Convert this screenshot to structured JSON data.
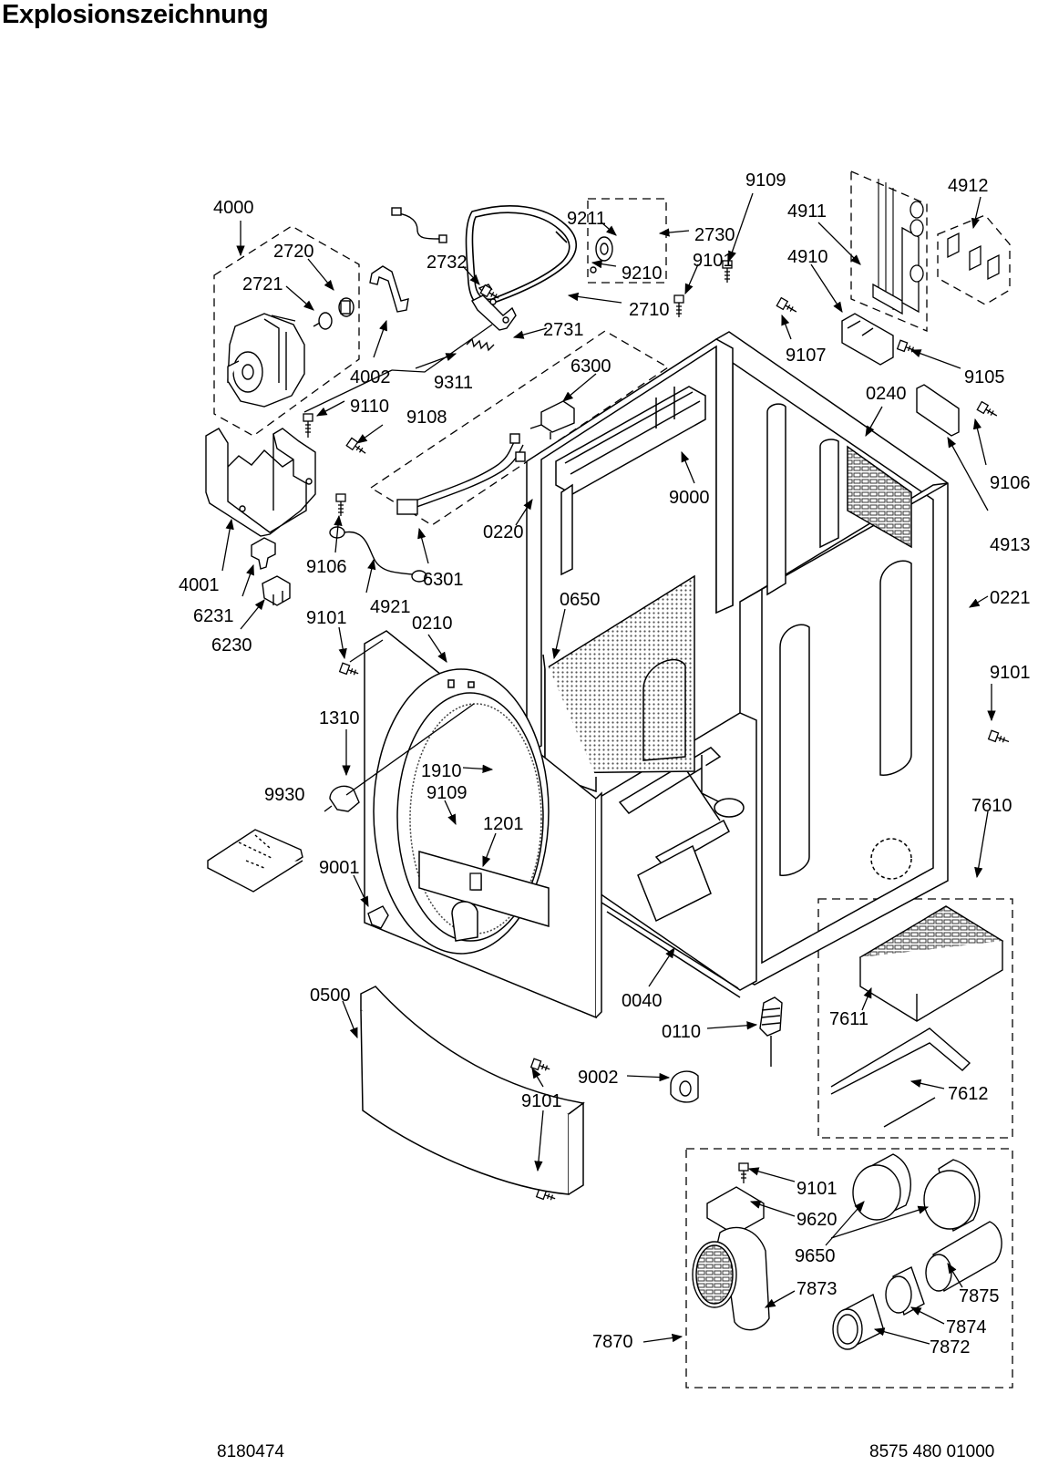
{
  "header": {
    "title": "Explosionszeichnung"
  },
  "footer": {
    "left_code": "8180474",
    "right_code": "8575 480 01000"
  },
  "callouts": [
    {
      "id": "c4000",
      "label": "4000"
    },
    {
      "id": "c2720",
      "label": "2720"
    },
    {
      "id": "c2721",
      "label": "2721"
    },
    {
      "id": "c4002",
      "label": "4002"
    },
    {
      "id": "c2732",
      "label": "2732"
    },
    {
      "id": "c9211",
      "label": "9211"
    },
    {
      "id": "c2730",
      "label": "2730"
    },
    {
      "id": "c9210",
      "label": "9210"
    },
    {
      "id": "c2710",
      "label": "2710"
    },
    {
      "id": "c2731",
      "label": "2731"
    },
    {
      "id": "c9311",
      "label": "9311"
    },
    {
      "id": "c9109a",
      "label": "9109"
    },
    {
      "id": "c4911",
      "label": "4911"
    },
    {
      "id": "c4912",
      "label": "4912"
    },
    {
      "id": "c4910",
      "label": "4910"
    },
    {
      "id": "c9101a",
      "label": "9101"
    },
    {
      "id": "c9107",
      "label": "9107"
    },
    {
      "id": "c9105",
      "label": "9105"
    },
    {
      "id": "c0240",
      "label": "0240"
    },
    {
      "id": "c9106a",
      "label": "9106"
    },
    {
      "id": "c4913",
      "label": "4913"
    },
    {
      "id": "c9110",
      "label": "9110"
    },
    {
      "id": "c9108",
      "label": "9108"
    },
    {
      "id": "c6300",
      "label": "6300"
    },
    {
      "id": "c9000",
      "label": "9000"
    },
    {
      "id": "c0220",
      "label": "0220"
    },
    {
      "id": "c9106b",
      "label": "9106"
    },
    {
      "id": "c4001",
      "label": "4001"
    },
    {
      "id": "c6231",
      "label": "6231"
    },
    {
      "id": "c6230",
      "label": "6230"
    },
    {
      "id": "c9101b",
      "label": "9101"
    },
    {
      "id": "c4921",
      "label": "4921"
    },
    {
      "id": "c6301",
      "label": "6301"
    },
    {
      "id": "c0210",
      "label": "0210"
    },
    {
      "id": "c0650",
      "label": "0650"
    },
    {
      "id": "c0221",
      "label": "0221"
    },
    {
      "id": "c9101c",
      "label": "9101"
    },
    {
      "id": "c1310",
      "label": "1310"
    },
    {
      "id": "c1910",
      "label": "1910"
    },
    {
      "id": "c9109b",
      "label": "9109"
    },
    {
      "id": "c9930",
      "label": "9930"
    },
    {
      "id": "c1201",
      "label": "1201"
    },
    {
      "id": "c9001",
      "label": "9001"
    },
    {
      "id": "c7610",
      "label": "7610"
    },
    {
      "id": "c0500",
      "label": "0500"
    },
    {
      "id": "c0040",
      "label": "0040"
    },
    {
      "id": "c0110",
      "label": "0110"
    },
    {
      "id": "c7611",
      "label": "7611"
    },
    {
      "id": "c9002",
      "label": "9002"
    },
    {
      "id": "c9101d",
      "label": "9101"
    },
    {
      "id": "c7612",
      "label": "7612"
    },
    {
      "id": "c9101e",
      "label": "9101"
    },
    {
      "id": "c9620",
      "label": "9620"
    },
    {
      "id": "c9650",
      "label": "9650"
    },
    {
      "id": "c7873",
      "label": "7873"
    },
    {
      "id": "c7875",
      "label": "7875"
    },
    {
      "id": "c7874",
      "label": "7874"
    },
    {
      "id": "c7870",
      "label": "7870"
    },
    {
      "id": "c7872",
      "label": "7872"
    }
  ]
}
